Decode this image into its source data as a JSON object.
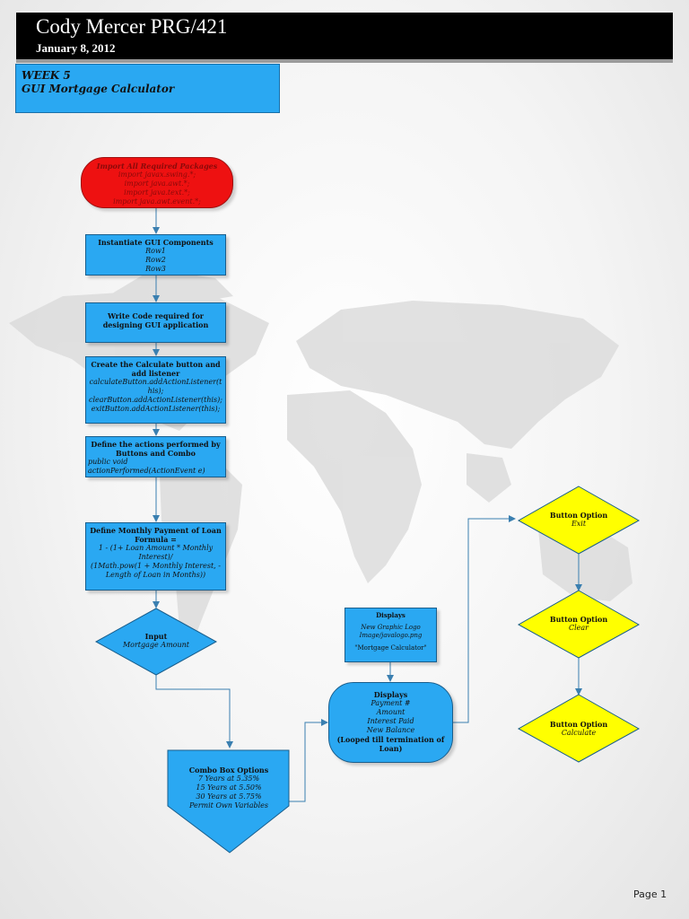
{
  "header": {
    "title": "Cody Mercer PRG/421",
    "date": "January 8, 2012"
  },
  "week": {
    "number": "WEEK 5",
    "subtitle": "GUI Mortgage Calculator"
  },
  "nodes": {
    "imports": {
      "title": "Import All Required Packages",
      "lines": [
        "import javax.swing.*;",
        "import java.awt.*;",
        "import java.text.*;",
        "import java.awt.event.*;"
      ]
    },
    "instantiate": {
      "title": "Instantiate GUI Components",
      "lines": [
        "Row1",
        "Row2",
        "Row3"
      ]
    },
    "write_code": {
      "title": "Write Code required for designing GUI application"
    },
    "calc_button": {
      "title": "Create the Calculate button and add listener",
      "lines": [
        "calculateButton.addActionListener(this);",
        "clearButton.addActionListener(this);",
        "exitButton.addActionListener(this);"
      ]
    },
    "actions": {
      "title": "Define the actions performed by Buttons and Combo",
      "lines": [
        "public void actionPerformed(ActionEvent e)"
      ]
    },
    "formula": {
      "title": "Define Monthly Payment of Loan Formula =",
      "lines": [
        "1 - (1+ Loan Amount * Monthly Interest)/",
        "(1Math.pow(1 + Monthly Interest, - Length of Loan in Months))"
      ]
    },
    "input": {
      "title": "Input",
      "line": "Mortgage Amount"
    },
    "combo": {
      "title": "Combo Box Options",
      "lines": [
        "7 Years at 5.35%",
        "15 Years at 5.50%",
        "30 Years at 5.75%",
        "Permit Own Variables"
      ]
    },
    "displays_logo": {
      "title": "Displays",
      "lines": [
        "New Graphic Logo",
        "Image/javalogo.png",
        "\"Mortgage Calculator\""
      ]
    },
    "displays_results": {
      "title": "Displays",
      "lines": [
        "Payment #",
        "Amount",
        "Interest Paid",
        "New Balance"
      ],
      "note": "(Looped till termination of Loan)"
    },
    "btn_exit": {
      "title": "Button Option",
      "line": "Exit"
    },
    "btn_clear": {
      "title": "Button Option",
      "line": "Clear"
    },
    "btn_calculate": {
      "title": "Button Option",
      "line": "Calculate"
    }
  },
  "colors": {
    "blue": "#2aa8f2",
    "red": "#ee1111",
    "yellow": "#ffff00",
    "connector": "#3a7fb0"
  },
  "page": {
    "label": "Page 1"
  }
}
